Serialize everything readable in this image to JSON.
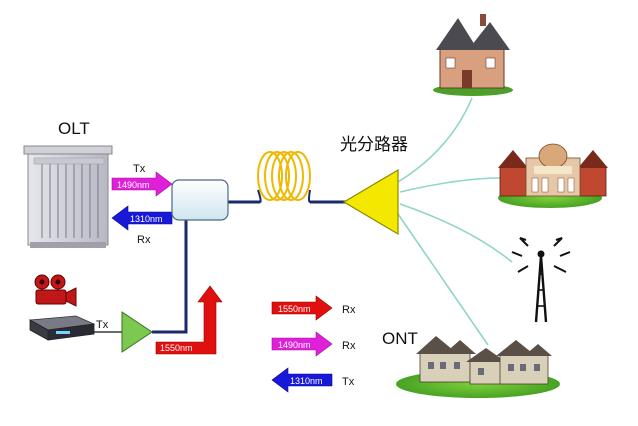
{
  "olt": {
    "label": "OLT"
  },
  "ont": {
    "label": "ONT"
  },
  "splitter": {
    "label": "光分路器"
  },
  "olt_links": {
    "tx_label": "Tx",
    "rx_label": "Rx",
    "down_wavelength": "1490nm",
    "up_wavelength": "1310nm"
  },
  "video": {
    "tx_label": "Tx",
    "wavelength": "1550nm"
  },
  "legend": [
    {
      "wavelength": "1550nm",
      "label": "Rx",
      "direction": "right",
      "color": "#e01010"
    },
    {
      "wavelength": "1490nm",
      "label": "Rx",
      "direction": "right",
      "color": "#e020d8"
    },
    {
      "wavelength": "1310nm",
      "label": "Tx",
      "direction": "left",
      "color": "#1818d8"
    }
  ],
  "colors": {
    "fiber": "#1a2a6a",
    "branch": "#8fd6c8",
    "splitter": "#f5e800",
    "amplifier": "#7cc850",
    "coil": "#f0b800",
    "down_arrow": "#e020d8",
    "up_arrow": "#1818d8",
    "video_arrow": "#e01010"
  },
  "icons": [
    "house-icon",
    "college-icon",
    "radio-tower-icon",
    "houses-icon",
    "olt-rack-icon",
    "video-camera-icon",
    "set-top-box-icon",
    "coupler-box-icon",
    "fiber-coil-icon"
  ]
}
